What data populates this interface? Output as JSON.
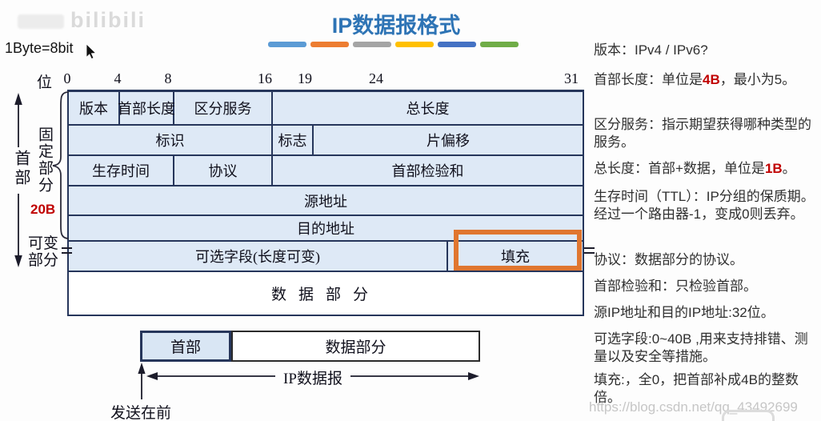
{
  "watermarks": {
    "site_logo": "bilibili",
    "blog_url": "https://blog.csdn.net/qq_43492699"
  },
  "byte_note": "1Byte=8bit",
  "title": "IP数据报格式",
  "accent_colors": [
    "#5B9BD5",
    "#ED7D31",
    "#A5A5A5",
    "#FFC000",
    "#4472C4",
    "#70AD47"
  ],
  "bit_scale": {
    "unit_label": "位",
    "ticks": [
      "0",
      "4",
      "8",
      "16",
      "19",
      "24",
      "31"
    ]
  },
  "left_labels": {
    "header": "首部",
    "fixed_part": "固定部分",
    "fixed_size": "20B",
    "variable_part": "可变部分"
  },
  "header_table": {
    "version": "版本",
    "header_length": "首部长度",
    "dscp": "区分服务",
    "total_length": "总长度",
    "identification": "标识",
    "flags": "标志",
    "fragment_offset": "片偏移",
    "ttl": "生存时间",
    "protocol": "协议",
    "header_checksum": "首部检验和",
    "source_address": "源地址",
    "destination_address": "目的地址",
    "options": "可选字段(长度可变)",
    "padding": "填充",
    "data_part": "数据部分"
  },
  "bottom_diagram": {
    "header_box": "首部",
    "data_box": "数据部分",
    "span_label": "IP数据报",
    "send_first": "发送在前"
  },
  "notes": [
    {
      "pre": "版本：IPv4 / IPv6?"
    },
    {
      "pre": "首部长度：单位是",
      "red": "4B",
      "post": "，最小为5。"
    },
    {
      "pre": "区分服务：指示期望获得哪种类型的服务。"
    },
    {
      "pre": "总长度：首部+数据，单位是",
      "red": "1B",
      "post": "。"
    },
    {
      "pre": "生存时间（TTL）：IP分组的保质期。经过一个路由器-1，变成0则丢弃。"
    },
    {
      "pre": "协议：数据部分的协议。"
    },
    {
      "pre": "首部检验和：只检验首部。"
    },
    {
      "pre": "源IP地址和目的IP地址:32位。"
    },
    {
      "pre": "可选字段:0~40B ,用来支持排错、测量以及安全等措施。"
    },
    {
      "pre": "填充:，全0，把首部补成4B的整数倍。"
    }
  ],
  "colors": {
    "title_blue": "#2E74B5",
    "cell_fill": "#DEE9F6",
    "border_dark": "#26365B",
    "highlight_orange": "#E0762F",
    "red_text": "#C00000"
  }
}
